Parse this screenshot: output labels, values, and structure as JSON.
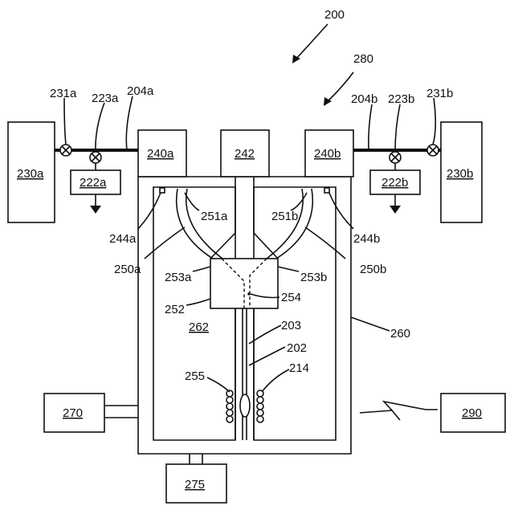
{
  "labels": {
    "l200": "200",
    "l280": "280",
    "l231a": "231a",
    "l223a": "223a",
    "l204a": "204a",
    "l204b": "204b",
    "l223b": "223b",
    "l231b": "231b",
    "l230a": "230a",
    "l222a": "222a",
    "l240a": "240a",
    "l242": "242",
    "l240b": "240b",
    "l222b": "222b",
    "l230b": "230b",
    "l251a": "251a",
    "l251b": "251b",
    "l244a": "244a",
    "l244b": "244b",
    "l250a": "250a",
    "l250b": "250b",
    "l253a": "253a",
    "l253b": "253b",
    "l252": "252",
    "l254": "254",
    "l262": "262",
    "l203": "203",
    "l260": "260",
    "l202": "202",
    "l255": "255",
    "l214": "214",
    "l270": "270",
    "l290": "290",
    "l275": "275"
  }
}
